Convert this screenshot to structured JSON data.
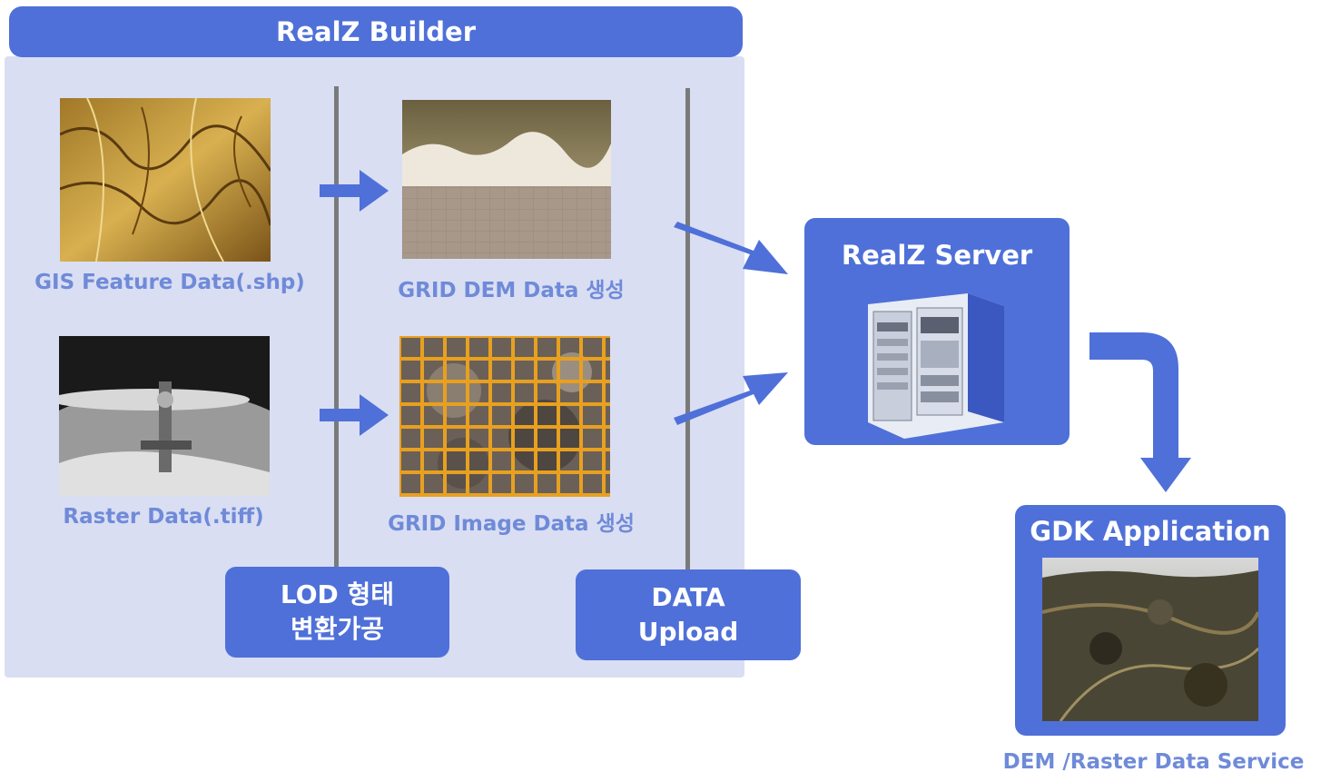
{
  "builder": {
    "title": "RealZ Builder",
    "gis_caption": "GIS Feature Data(.shp)",
    "raster_caption": "Raster Data(.tiff)",
    "grid_dem_caption": "GRID DEM Data 생성",
    "grid_image_caption": "GRID Image Data 생성",
    "lod_line1": "LOD 형태",
    "lod_line2": "변환가공",
    "data_line1": "DATA",
    "data_line2": "Upload"
  },
  "server": {
    "title": "RealZ Server"
  },
  "gdk": {
    "title": "GDK Application",
    "caption": "DEM /Raster Data Service"
  },
  "colors": {
    "accent_blue": "#4f70d8",
    "panel_bg": "#d9def3",
    "caption_blue": "#6f8ad8",
    "grid_orange": "#e8a020"
  },
  "icons": {
    "server": "server-cabinet-icon",
    "arrows": "right-arrow-icon"
  }
}
